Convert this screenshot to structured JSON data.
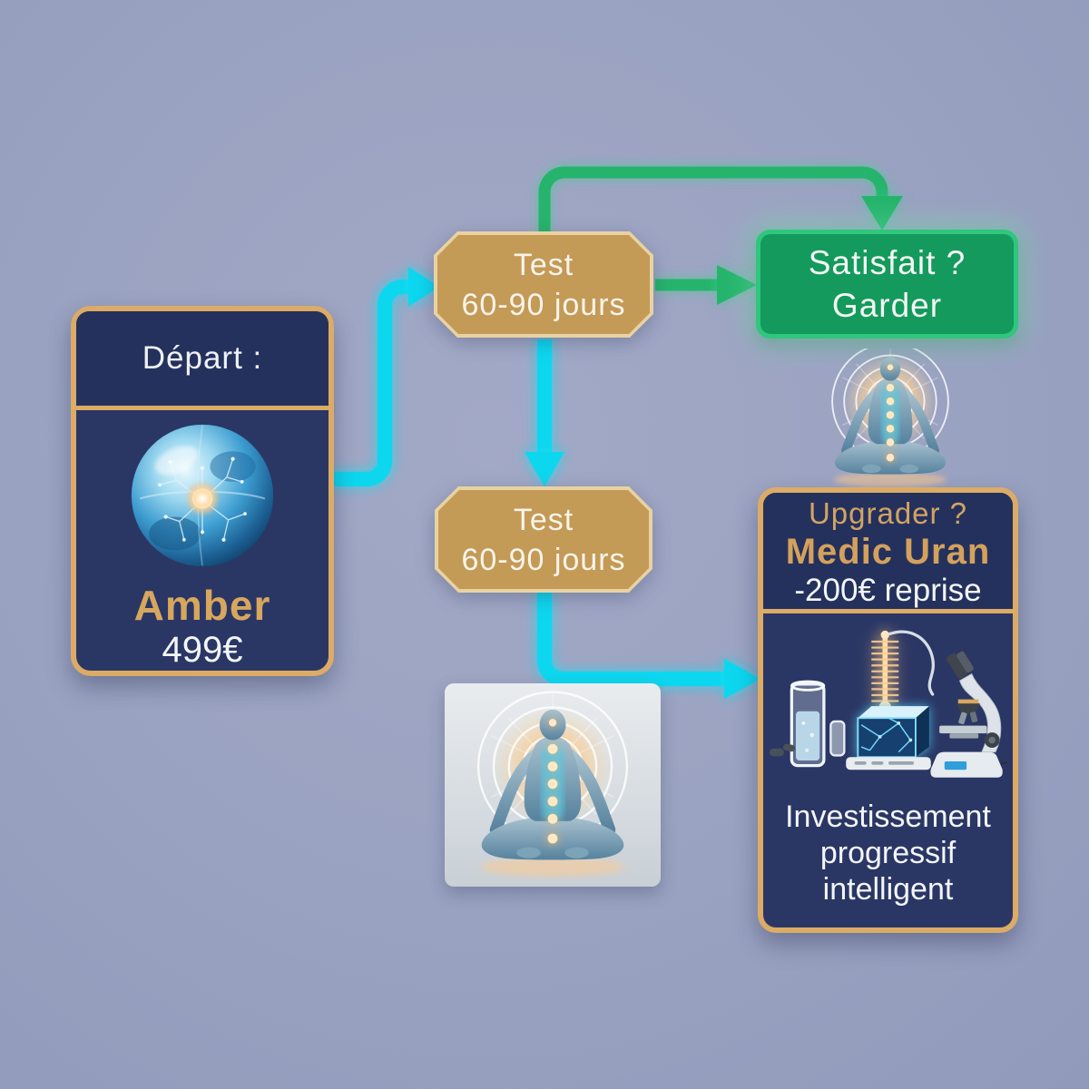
{
  "palette": {
    "background": "#9aa2c1",
    "card_navy": "#2a3765",
    "card_navy_dark": "#24315c",
    "gold_border": "#dcab66",
    "gold_text": "#d7a75e",
    "badge_fill": "#c49a57",
    "badge_border": "#e9d2a2",
    "green_fill": "#149a5c",
    "green_border": "#2fc77d",
    "green_arrow": "#25b46d",
    "cyan_arrow": "#0fd7ef",
    "white_text": "#f3f5f8"
  },
  "nodes": {
    "depart": {
      "title": "Départ :",
      "product": "Amber",
      "price": "499€"
    },
    "test_top": {
      "line1": "Test",
      "line2": "60-90 jours"
    },
    "keep": {
      "line1": "Satisfait ?",
      "line2": "Garder"
    },
    "test_bottom": {
      "line1": "Test",
      "line2": "60-90 jours"
    },
    "upgrade": {
      "question": "Upgrader ?",
      "product": "Medic Uran",
      "offer": "-200€ reprise",
      "caption": "Investissement progressif intelligent"
    }
  },
  "images": {
    "orb": "crystal-orb",
    "meditation_large": "meditating-figure",
    "meditation_small": "meditating-figure-small",
    "lab": "lab-equipment-microscope"
  }
}
